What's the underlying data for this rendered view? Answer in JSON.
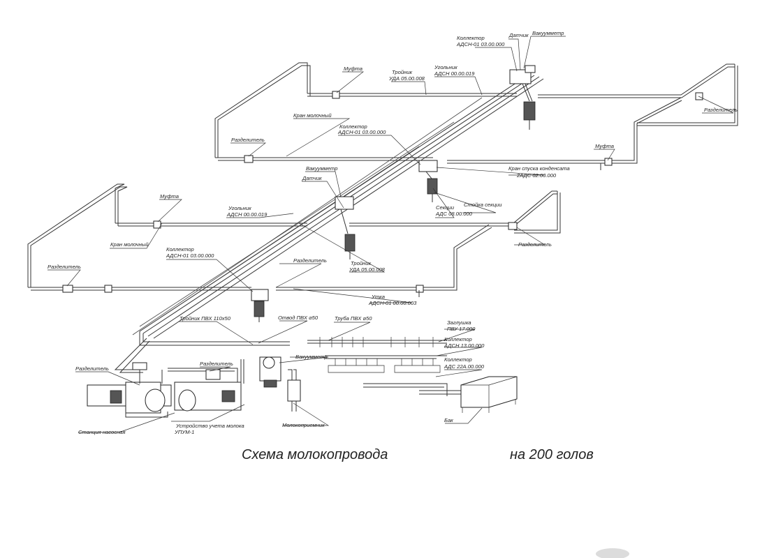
{
  "title_left": "Схема молокопровода",
  "title_right": "на 200 голов",
  "labels": {
    "kollektor_top": "Коллектор",
    "kollektor_top_code": "АДСН-01 03.00.000",
    "datchik_top": "Датчик",
    "vakuummetr_top": "Вакуумметр",
    "mufta_top": "Муфта",
    "troynik_top": "Тройник",
    "troynik_top_code": "УДА 05.00.008",
    "ugolnik_top": "Угольник",
    "ugolnik_top_code": "АДСН 00.00.019",
    "kran_moloch_top": "Кран молочный",
    "razdelitel_right_top": "Разделитель",
    "kollektor_mid": "Коллектор",
    "kollektor_mid_code": "АДСН-01 03.00.000",
    "razdelitel_top_left": "Разделитель",
    "mufta_right": "Муфта",
    "kran_kondensat": "Кран спуска конденсата",
    "kran_kondensat_code": "2АДС 02.00.000",
    "vakuummetr_mid": "Вакуумметр",
    "datchik_mid": "Датчик",
    "sekcii": "Секции",
    "sekcii_code": "АДС 08.00.000",
    "stoyka": "Стойка секции",
    "mufta_low": "Муфта",
    "ugolnik_low": "Угольник",
    "ugolnik_low_code": "АДСН 00.00.019",
    "kran_moloch_low": "Кран молочный",
    "razdelitel_right_low": "Разделитель",
    "kollektor_low": "Коллектор",
    "kollektor_low_code": "АДСН-01 03.00.000",
    "razdelitel_low_left": "Разделитель",
    "razdelitel_center": "Разделитель",
    "troynik_low": "Тройник",
    "troynik_low_code": "УДА 05.00.008",
    "utka": "Утка",
    "utka_code": "АДСН-01 00.00.003",
    "troynik_pvx": "Тройник ПВХ 110х50",
    "otvod_pvx": "Отвод ПВХ ⌀50",
    "truba_pvx": "Труба ПВХ ⌀50",
    "zaglushka": "Заглушка",
    "zaglushka_code": "ПВУ 17.000",
    "kollektor_adsn": "Коллектор",
    "kollektor_adsn_code": "АДСН 13.00.000",
    "kollektor_ads": "Коллектор",
    "kollektor_ads_code": "АДС 22А.00.000",
    "razdelitel_bottom_left": "Разделитель",
    "razdelitel_bottom_mid": "Разделитель",
    "vakuummetr_low": "Вакуумметр",
    "stanciya": "Станция насосная",
    "ustroystvo": "Устройство учета молока",
    "ustroystvo_code": "УПУМ-1",
    "molokopriemnik": "Молокоприемник",
    "bak": "Бак"
  }
}
